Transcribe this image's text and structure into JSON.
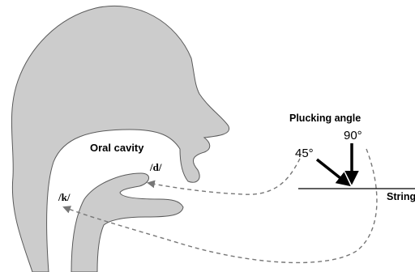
{
  "labels": {
    "oral_cavity": "Oral cavity",
    "plucking_angle": "Plucking angle",
    "angle_45": "45°",
    "angle_90": "90°",
    "string": "String",
    "phoneme_d": "/d/",
    "phoneme_k": "/k/"
  },
  "colors": {
    "head_fill": "#cccccc",
    "head_stroke": "#5a5a5a",
    "arrow": "#000000",
    "dashed": "#777777"
  }
}
